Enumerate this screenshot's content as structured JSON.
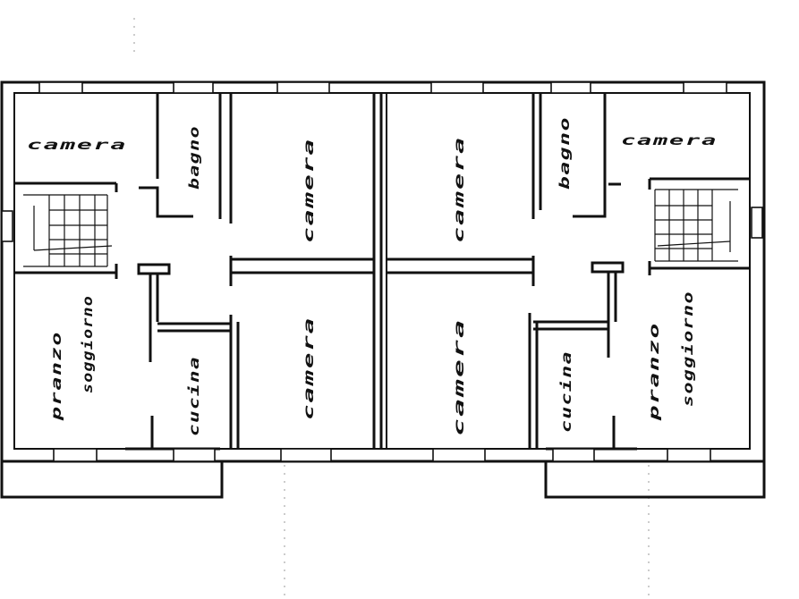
{
  "rooms": {
    "camera_tl": "camera",
    "bagno_l": "bagno",
    "camera_l1": "camera",
    "camera_l2": "camera",
    "pranzo_l": "pranzo",
    "soggiorno_l": "soggiorno",
    "cucina_l": "cucina",
    "camera_r1": "camera",
    "bagno_r": "bagno",
    "camera_tr": "camera",
    "camera_r2": "camera",
    "cucina_r": "cucina",
    "pranzo_r": "pranzo",
    "soggiorno_r": "soggiorno"
  },
  "colors": {
    "ink": "#111111",
    "paper": "#ffffff"
  }
}
